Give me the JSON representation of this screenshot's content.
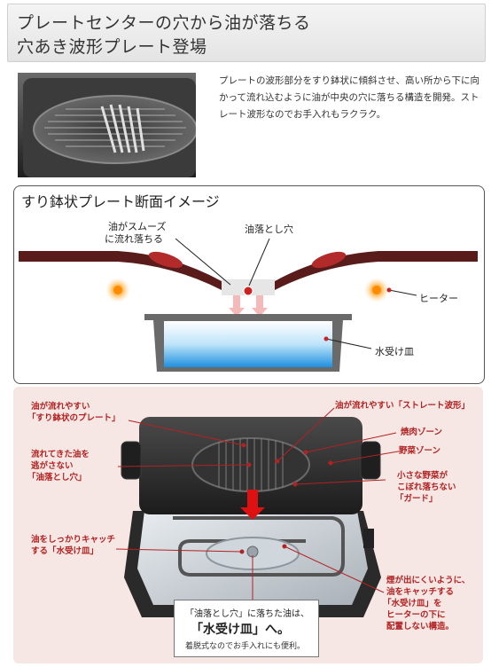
{
  "header": {
    "line1": "プレートセンターの穴から油が落ちる",
    "line2": "穴あき波形プレート登場"
  },
  "intro": {
    "text": "プレートの波形部分をすり鉢状に傾斜させ、高い所から下に向かって流れ込むように油が中央の穴に落ちる構造を開発。ストレート波形なのでお手入れもラクラク。"
  },
  "section": {
    "title": "すり鉢状プレート断面イメージ",
    "labels": {
      "smooth_line1": "油がスムーズ",
      "smooth_line2": "に流れ落ちる",
      "drain_hole": "油落とし穴",
      "heater": "ヒーター",
      "tray": "水受け皿"
    }
  },
  "photo": {
    "callouts": {
      "bowl_line1": "油が流れやすい",
      "bowl_line2": "「すり鉢状のプレート」",
      "hole_line1": "流れてきた油を",
      "hole_line2": "逃がさない",
      "hole_line3": "「油落とし穴」",
      "catch_line1": "油をしっかりキャッチ",
      "catch_line2": "する「水受け皿」",
      "straight": "油が流れやすい「ストレート波形」",
      "yakiniku": "焼肉ゾーン",
      "yasai": "野菜ゾーン",
      "guard_line1": "小さな野菜が",
      "guard_line2": "こぼれ落ちない",
      "guard_line3": "「ガード」",
      "smoke_line1": "煙が出にくいように、",
      "smoke_line2": "油をキャッチする",
      "smoke_line3": "「水受け皿」を",
      "smoke_line4": "ヒーターの下に",
      "smoke_line5": "配置しない構造。"
    },
    "bottom_box": {
      "line1": "「油落とし穴」に落ちた油は、",
      "line2": "「水受け皿」へ。",
      "line3": "着脱式なのでお手入れにも便利。"
    }
  },
  "colors": {
    "accent_red": "#b22222",
    "plate_dark": "#5a1b1b",
    "water": "#3aa7e6"
  }
}
